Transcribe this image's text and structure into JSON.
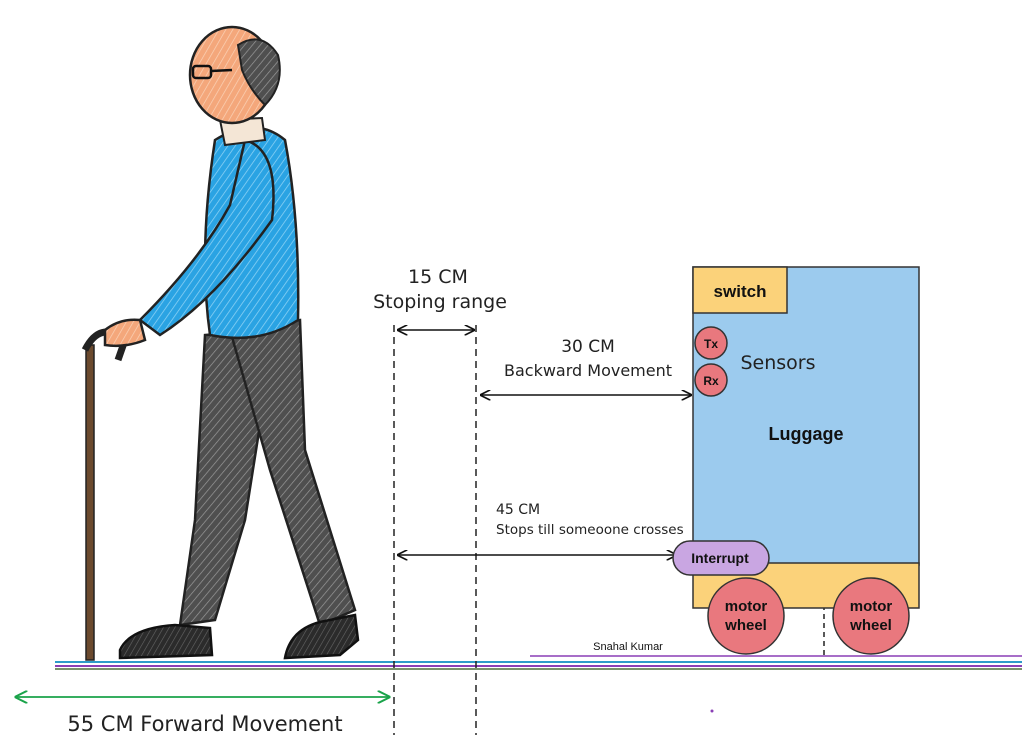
{
  "labels": {
    "stopping_range_value": "15 CM",
    "stopping_range_text": "Stoping range",
    "backward_value": "30 CM",
    "backward_text": "Backward Movement",
    "stop_cross_value": "45 CM",
    "stop_cross_text": "Stops till someoone crosses",
    "forward_text": "55 CM Forward Movement",
    "author": "Snahal Kumar"
  },
  "luggage": {
    "title": "Luggage",
    "switch": "switch",
    "sensors": "Sensors",
    "tx": "Tx",
    "rx": "Rx",
    "interrupt": "Interrupt",
    "wheels": [
      {
        "line1": "motor",
        "line2": "wheel"
      },
      {
        "line1": "motor",
        "line2": "wheel"
      }
    ]
  },
  "colors": {
    "luggage_body": "#9ccbee",
    "switch_box": "#fbd27a",
    "base": "#fbd27a",
    "sensor": "#e9787e",
    "wheel": "#e9787e",
    "interrupt": "#c9a6e2",
    "forward_arrow": "#1aa34a",
    "shirt": "#2aa3e3",
    "trousers": "#505050"
  }
}
